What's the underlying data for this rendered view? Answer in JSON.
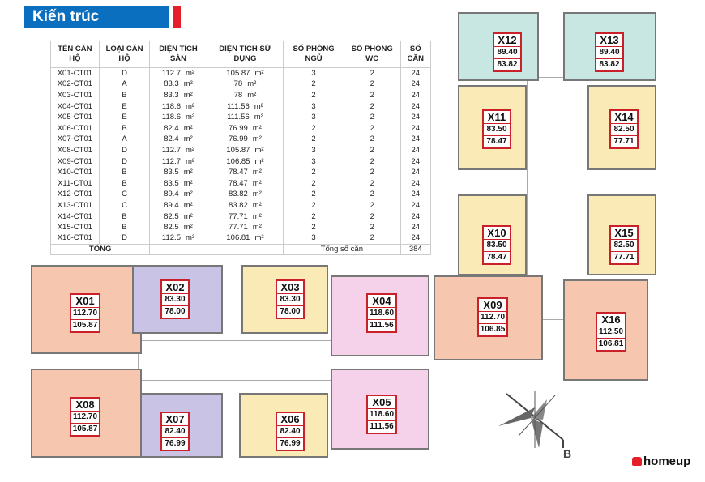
{
  "header": {
    "title": "Kiến trúc"
  },
  "table": {
    "columns": [
      "TÊN CĂN HỘ",
      "LOẠI CĂN HỘ",
      "DIỆN TÍCH SÀN",
      "DIỆN TÍCH SỬ DỤNG",
      "SỐ PHÒNG NGỦ",
      "SỐ PHÒNG WC",
      "SỐ CĂN"
    ],
    "unit": "m²",
    "rows": [
      [
        "X01-CT01",
        "D",
        "112.7",
        "105.87",
        "3",
        "2",
        "24"
      ],
      [
        "X02-CT01",
        "A",
        "83.3",
        "78",
        "2",
        "2",
        "24"
      ],
      [
        "X03-CT01",
        "B",
        "83.3",
        "78",
        "2",
        "2",
        "24"
      ],
      [
        "X04-CT01",
        "E",
        "118.6",
        "111.56",
        "3",
        "2",
        "24"
      ],
      [
        "X05-CT01",
        "E",
        "118.6",
        "111.56",
        "3",
        "2",
        "24"
      ],
      [
        "X06-CT01",
        "B",
        "82.4",
        "76.99",
        "2",
        "2",
        "24"
      ],
      [
        "X07-CT01",
        "A",
        "82.4",
        "76.99",
        "2",
        "2",
        "24"
      ],
      [
        "X08-CT01",
        "D",
        "112.7",
        "105.87",
        "3",
        "2",
        "24"
      ],
      [
        "X09-CT01",
        "D",
        "112.7",
        "106.85",
        "3",
        "2",
        "24"
      ],
      [
        "X10-CT01",
        "B",
        "83.5",
        "78.47",
        "2",
        "2",
        "24"
      ],
      [
        "X11-CT01",
        "B",
        "83.5",
        "78.47",
        "2",
        "2",
        "24"
      ],
      [
        "X12-CT01",
        "C",
        "89.4",
        "83.82",
        "2",
        "2",
        "24"
      ],
      [
        "X13-CT01",
        "C",
        "89.4",
        "83.82",
        "2",
        "2",
        "24"
      ],
      [
        "X14-CT01",
        "B",
        "82.5",
        "77.71",
        "2",
        "2",
        "24"
      ],
      [
        "X15-CT01",
        "B",
        "82.5",
        "77.71",
        "2",
        "2",
        "24"
      ],
      [
        "X16-CT01",
        "D",
        "112.5",
        "106.81",
        "3",
        "2",
        "24"
      ]
    ],
    "total": {
      "label": "TỔNG",
      "count_label": "Tổng số căn",
      "count": "384"
    }
  },
  "plan": {
    "units": [
      {
        "code": "X01",
        "area": "112.70",
        "usable": "105.87"
      },
      {
        "code": "X02",
        "area": "83.30",
        "usable": "78.00"
      },
      {
        "code": "X03",
        "area": "83.30",
        "usable": "78.00"
      },
      {
        "code": "X04",
        "area": "118.60",
        "usable": "111.56"
      },
      {
        "code": "X05",
        "area": "118.60",
        "usable": "111.56"
      },
      {
        "code": "X06",
        "area": "82.40",
        "usable": "76.99"
      },
      {
        "code": "X07",
        "area": "82.40",
        "usable": "76.99"
      },
      {
        "code": "X08",
        "area": "112.70",
        "usable": "105.87"
      },
      {
        "code": "X09",
        "area": "112.70",
        "usable": "106.85"
      },
      {
        "code": "X10",
        "area": "83.50",
        "usable": "78.47"
      },
      {
        "code": "X11",
        "area": "83.50",
        "usable": "78.47"
      },
      {
        "code": "X12",
        "area": "89.40",
        "usable": "83.82"
      },
      {
        "code": "X13",
        "area": "89.40",
        "usable": "83.82"
      },
      {
        "code": "X14",
        "area": "82.50",
        "usable": "77.71"
      },
      {
        "code": "X15",
        "area": "82.50",
        "usable": "77.71"
      },
      {
        "code": "X16",
        "area": "112.50",
        "usable": "106.81"
      }
    ],
    "compass_label": "B"
  },
  "logo": {
    "text": "homeup"
  },
  "colors": {
    "header": "#0b6fc0",
    "accent": "#e5202a"
  }
}
